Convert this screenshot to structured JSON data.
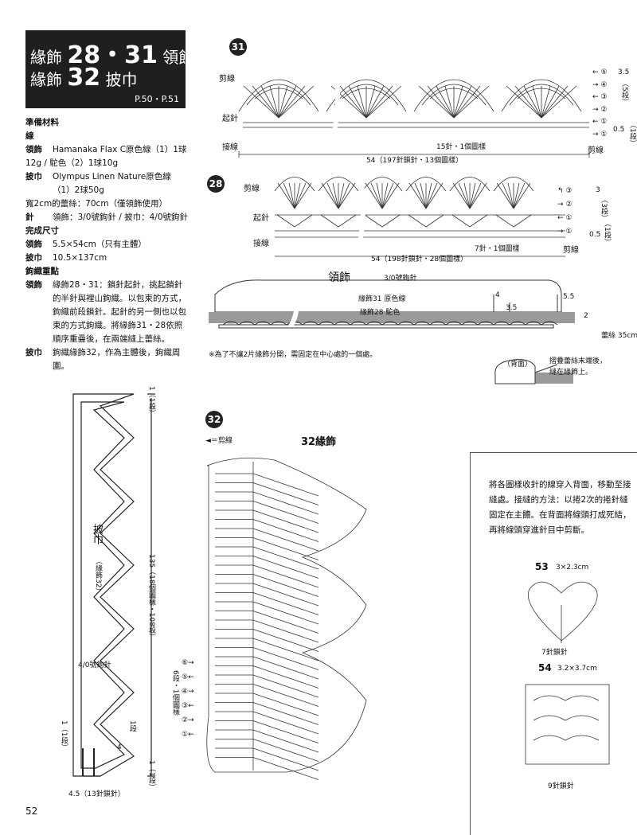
{
  "title": {
    "line1_prefix": "緣飾",
    "line1_num": "28・31",
    "line1_suffix": "領飾",
    "line2_prefix": "緣飾",
    "line2_num": "32",
    "line2_suffix": "披巾",
    "pages": "P.50・P.51"
  },
  "materials": {
    "heading": "準備材料",
    "yarn_heading": "線",
    "collar_key": "領飾",
    "collar_val": "Hamanaka Flax C原色線（1）1球",
    "collar_val2": "12g / 駝色（2）1球10g",
    "shawl_key": "披巾",
    "shawl_val": "Olympus Linen Nature原色線",
    "shawl_val2": "（1）2球50g",
    "lace": "寬2cm的蕾絲：70cm（僅領飾使用）",
    "hook_key": "針",
    "hook_val": "領飾：3/0號鉤針 / 披巾：4/0號鉤針",
    "size_heading": "完成尺寸",
    "size_collar_key": "領飾",
    "size_collar_val": "5.5×54cm（只有主體）",
    "size_shawl_key": "披巾",
    "size_shawl_val": "10.5×137cm",
    "points_heading": "鉤織重點",
    "points_collar_key": "領飾",
    "points_collar_val": "緣飾28・31：鎖針起針，挑起鎖針的半針與裡山鉤織。以包束的方式，鉤織前段鎖針。起針的另一側也以包束的方式鉤織。將緣飾31・28依照順序重疊後，在兩端縫上蕾絲。",
    "points_shawl_key": "披巾",
    "points_shawl_val": "鉤織緣飾32，作為主體後，鉤織周圍。"
  },
  "chart31": {
    "num": "31",
    "cut": "剪線",
    "start": "起針",
    "join": "接線",
    "cut2": "剪線",
    "repeat": "15針・1個圖樣",
    "total": "54（197針鎖針・13個圖樣）",
    "rows": [
      "⑤",
      "④",
      "③",
      "②",
      "①",
      "①"
    ],
    "dim1": "3.5",
    "dim1b": "（5段）",
    "dim2": "0.5",
    "dim2b": "（1段）"
  },
  "chart28": {
    "num": "28",
    "cut": "剪線",
    "start": "起針",
    "join": "接線",
    "cut2": "剪線",
    "repeat": "7針・1個圖樣",
    "total": "54（198針鎖針・28個圖樣）",
    "rows": [
      "③",
      "②",
      "①",
      "①"
    ],
    "dim1": "3",
    "dim1b": "（3段）",
    "dim2": "0.5",
    "dim2b": "（1段）"
  },
  "collar": {
    "title": "領飾",
    "hook": "3/0號鉤針",
    "label31": "緣飾31 原色線",
    "label28": "緣飾28 駝色",
    "d4": "4",
    "d35": "3.5",
    "d55": "5.5",
    "d2": "2",
    "lace": "蕾絲 35cm",
    "note": "※為了不讓2片緣飾分開，需固定在中心處的一個處。",
    "back": "（背面）",
    "fold_note1": "摺疊蕾絲末端後，",
    "fold_note2": "縫在緣飾上。"
  },
  "shawl": {
    "label": "披巾",
    "sub": "（緣飾32）",
    "hook": "4/0號鉤針",
    "top_dim": "1（1段）",
    "main_dim": "135（18個圖樣・108段）",
    "bottom_dim": "1（1段）",
    "left_dim": "1（1段）",
    "small_dim": "1段",
    "d4": "4",
    "bottom": "4.5（13針鎖針）"
  },
  "chart32": {
    "num": "32",
    "legend": "◄＝剪線",
    "title": "32緣飾",
    "rows": [
      "⑥",
      "⑤",
      "④",
      "③",
      "②",
      "①"
    ],
    "side": "6段・1個圖樣"
  },
  "note": {
    "text": "將各圖樣收針的線穿入背面，移動至接縫處。接縫的方法：以捲2次的捲針縫固定在主體。在背面將線頭打成死結，再將線頭穿進針目中剪斷。"
  },
  "motif53": {
    "num": "53",
    "size": "3×2.3cm",
    "foot": "7針鎖針"
  },
  "motif54": {
    "num": "54",
    "size": "3.2×3.7cm",
    "foot": "9針鎖針"
  },
  "page_number": "52"
}
